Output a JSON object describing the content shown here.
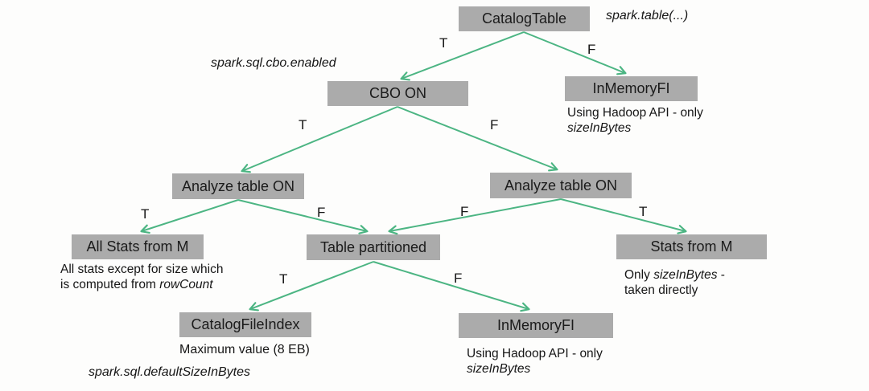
{
  "colors": {
    "background": "#fdfdfc",
    "box_fill": "#ababab",
    "box_text": "#1b1b1b",
    "arrow": "#4cb583"
  },
  "edge_labels": {
    "t": "T",
    "f": "F"
  },
  "nodes": {
    "catalog_table": "CatalogTable",
    "inmemory_fi_top": "InMemoryFI",
    "cbo_on": "CBO ON",
    "analyze_table_left": "Analyze table ON",
    "analyze_table_right": "Analyze table ON",
    "all_stats_from_m": "All Stats from M",
    "table_partitioned": "Table partitioned",
    "stats_from_m": "Stats from M",
    "catalog_file_index": "CatalogFileIndex",
    "inmemory_fi_bottom": "InMemoryFI"
  },
  "annotations": {
    "spark_table": "spark.table(...)",
    "cbo_enabled": "spark.sql.cbo.enabled",
    "default_size_in_bytes": "spark.sql.defaultSizeInBytes",
    "inmemory_top": {
      "line1": "Using Hadoop API - only",
      "line2_italic": "sizeInBytes"
    },
    "all_stats": {
      "line1": "All stats except for size which",
      "line2_prefix": "is computed from ",
      "line2_italic": "rowCount"
    },
    "stats_from_m": {
      "line1_prefix": "Only ",
      "line1_italic": "sizeInBytes",
      "line1_suffix": " -",
      "line2": "taken directly"
    },
    "catalog_file_index": {
      "line1": "Maximum value (8 EB)"
    },
    "inmemory_bottom": {
      "line1": "Using Hadoop API - only",
      "line2_italic": "sizeInBytes"
    }
  }
}
